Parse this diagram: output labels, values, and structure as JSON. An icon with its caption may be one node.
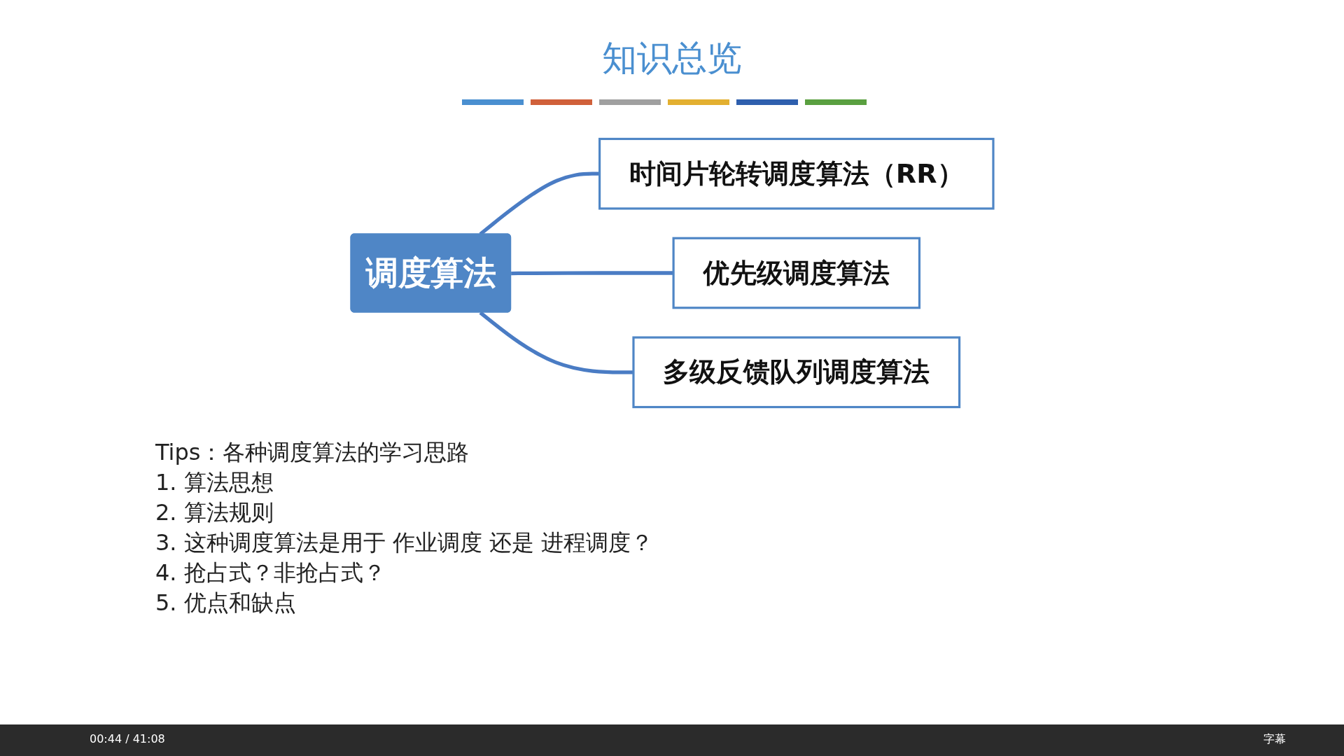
{
  "diagram": {
    "title": "知识总览",
    "nodes": [
      {
        "text": [
          "调度算法"
        ]
      },
      {
        "text": [
          "时间片轮转调度算法（RR）"
        ]
      },
      {
        "text": [
          "优先级调度算法"
        ]
      },
      {
        "text": [
          "多级反馈队列调度算法"
        ]
      }
    ],
    "edges": [
      {
        "from": 0,
        "to": 1,
        "arrow": "none"
      },
      {
        "from": 0,
        "to": 2,
        "arrow": "none"
      },
      {
        "from": 0,
        "to": 3,
        "arrow": "none"
      }
    ],
    "labels": [
      "Tips：各种调度算法的学习思路",
      "1. 算法思想",
      "2. 算法规则",
      "3. 这种调度算法是用于 作业调度 还是 进程调度？",
      "4. 抢占式？非抢占式？",
      "5. 优点和缺点",
      "00:44 / 41:08",
      "字幕"
    ]
  }
}
